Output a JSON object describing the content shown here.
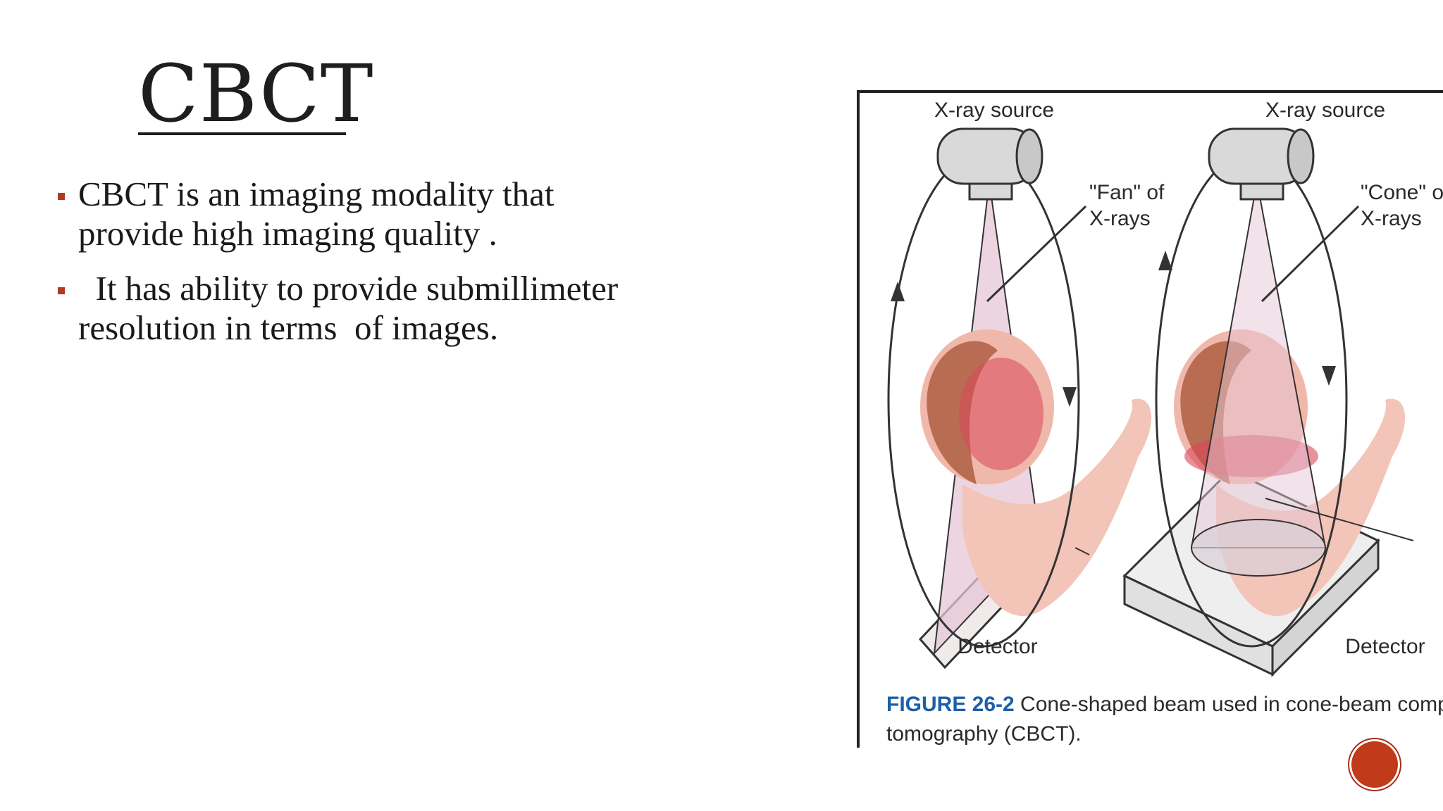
{
  "slide": {
    "title": "CBCT",
    "bullets": [
      "CBCT is an imaging modality that\nprovide high imaging quality .",
      "  It has ability to provide submillimeter\nresolution in terms  of images."
    ]
  },
  "figure": {
    "labels": {
      "xray_source_left": "X-ray source",
      "xray_source_right": "X-ray source",
      "fan_line1": "\"Fan\" of",
      "fan_line2": "X-rays",
      "cone_line1": "\"Cone\" of",
      "cone_line2": "X-rays",
      "detector_left": "Detector",
      "detector_right": "Detector"
    },
    "caption": {
      "figure_number": "FIGURE  26-2",
      "text_line1": " Cone-shaped  beam  used  in  cone-beam  computed",
      "text_line2": "tomography (CBCT)."
    }
  },
  "colors": {
    "title": "#1e1e1e",
    "bullet_marker": "#b03a20",
    "caption_bold": "#1d5fa8",
    "badge": "#c13a1a",
    "skin": "#f3c4b8",
    "hair": "#b86c52",
    "beam": "#e6c6d6"
  }
}
